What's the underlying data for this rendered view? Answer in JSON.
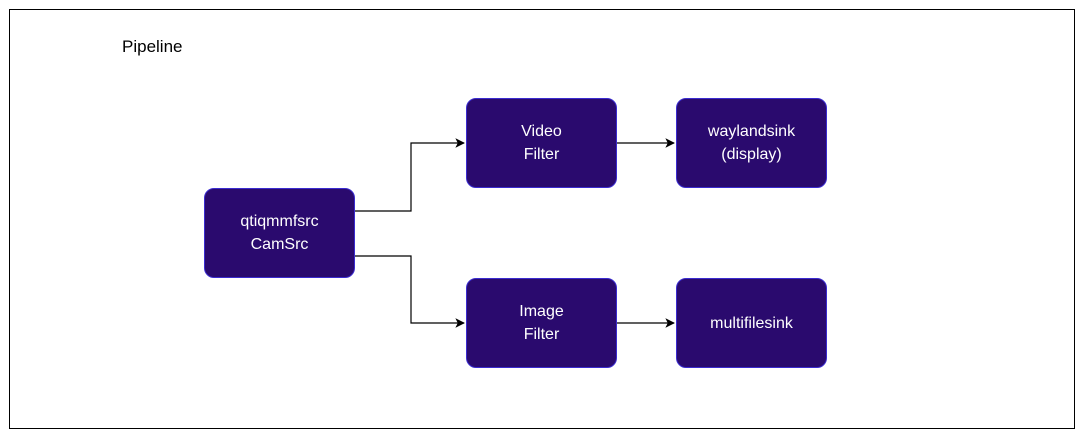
{
  "diagram": {
    "title": "Pipeline",
    "nodes": {
      "source": {
        "line1": "qtiqmmfsrc",
        "line2": "CamSrc"
      },
      "video_filter": {
        "line1": "Video",
        "line2": "Filter"
      },
      "waylandsink": {
        "line1": "waylandsink",
        "line2": "(display)"
      },
      "image_filter": {
        "line1": "Image",
        "line2": "Filter"
      },
      "multifilesink": {
        "line1": "multifilesink"
      }
    },
    "edges": [
      {
        "from": "source",
        "to": "video_filter"
      },
      {
        "from": "video_filter",
        "to": "waylandsink"
      },
      {
        "from": "source",
        "to": "image_filter"
      },
      {
        "from": "image_filter",
        "to": "multifilesink"
      }
    ],
    "colors": {
      "node_fill": "#2a0a6e",
      "node_border": "#3a2bd0",
      "node_text": "#ffffff",
      "edge": "#000000"
    }
  }
}
